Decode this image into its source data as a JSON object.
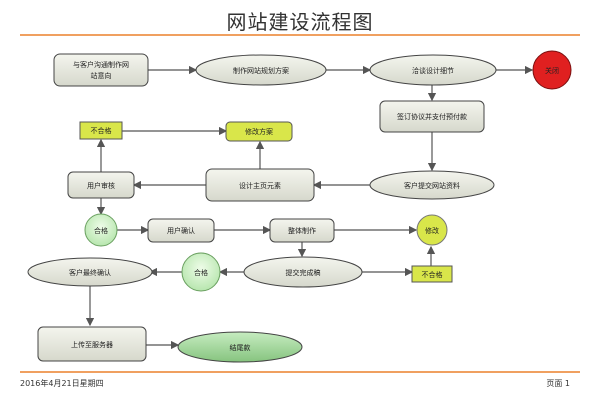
{
  "page": {
    "title": "网站建设流程图",
    "footer_date": "2016年4月21日星期四",
    "footer_page": "页面 1"
  },
  "nodes": {
    "communicate": {
      "line1": "与客户沟通制作网",
      "line2": "站意向"
    },
    "plan": "制作网站规划方案",
    "discuss": "洽谈设计细节",
    "close": "关闭",
    "sign": "签订协议并支付预付款",
    "submit_materials": "客户提交网站资料",
    "design_main": "设计主页元素",
    "user_review": "用户审核",
    "fail_top": "不合格",
    "revise_plan": "修改方案",
    "pass_left": "合格",
    "user_confirm": "用户确认",
    "full_production": "整体制作",
    "modify": "修改",
    "final_confirm": "客户最终确认",
    "pass_mid": "合格",
    "submit_done": "提交完成稿",
    "fail_bottom": "不合格",
    "upload": "上传至服务器",
    "balance": "结尾款"
  },
  "colors": {
    "accent_rule": "#f0a060",
    "close_red": "#e02020",
    "yellow_box": "#d9e64a",
    "green_circle": "#c8f0c0",
    "green_oval": "#9fd49a",
    "gray_node": "#e4e6dc"
  }
}
